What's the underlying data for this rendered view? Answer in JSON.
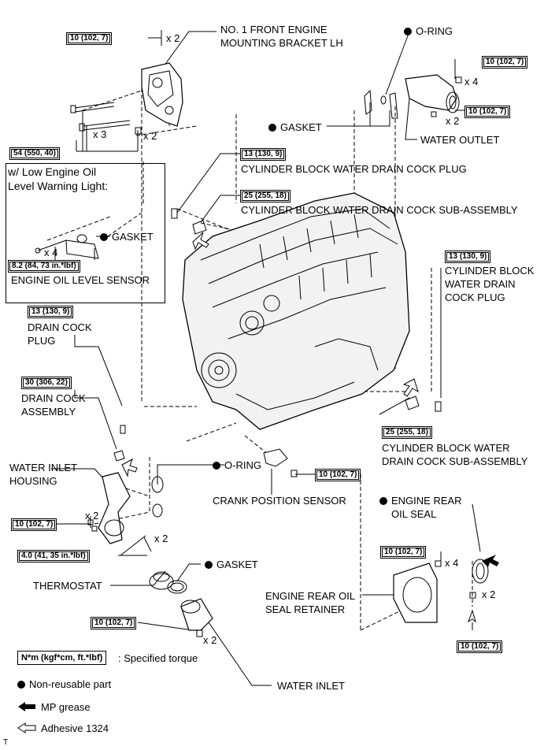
{
  "labels": {
    "front_bracket_l1": "NO. 1 FRONT ENGINE",
    "front_bracket_l2": "MOUNTING BRACKET LH",
    "oring_top": "O-RING",
    "gasket_top": "GASKET",
    "water_outlet": "WATER OUTLET",
    "inset_title_l1": "w/ Low Engine Oil",
    "inset_title_l2": "Level Warning Light:",
    "inset_gasket": "GASKET",
    "oil_level_sensor": "ENGINE OIL LEVEL SENSOR",
    "cyl_plug_top": "CYLINDER BLOCK WATER DRAIN COCK PLUG",
    "cyl_sub_top": "CYLINDER BLOCK WATER DRAIN COCK SUB-ASSEMBLY",
    "cyl_plug_right_l1": "CYLINDER BLOCK",
    "cyl_plug_right_l2": "WATER DRAIN",
    "cyl_plug_right_l3": "COCK PLUG",
    "drain_cock_plug_l1": "DRAIN COCK",
    "drain_cock_plug_l2": "PLUG",
    "drain_cock_asm_l1": "DRAIN COCK",
    "drain_cock_asm_l2": "ASSEMBLY",
    "water_inlet_housing_l1": "WATER INLET",
    "water_inlet_housing_l2": "HOUSING",
    "oring_mid": "O-RING",
    "crank_sensor": "CRANK POSITION SENSOR",
    "cyl_sub_right_l1": "CYLINDER BLOCK WATER",
    "cyl_sub_right_l2": "DRAIN COCK SUB-ASSEMBLY",
    "rear_oil_seal_l1": "ENGINE REAR",
    "rear_oil_seal_l2": "OIL SEAL",
    "gasket_thermo": "GASKET",
    "thermostat": "THERMOSTAT",
    "rear_retainer_l1": "ENGINE REAR OIL",
    "rear_retainer_l2": "SEAL RETAINER",
    "water_inlet": "WATER INLET"
  },
  "torques": {
    "t_bracket_top": "10 (102, 7)",
    "t_bracket_bolts": "54 (550, 40)",
    "t_outlet_top": "10 (102, 7)",
    "t_outlet_bot": "10 (102, 7)",
    "t_cyl_plug_top": "13 (130, 9)",
    "t_cyl_sub_top": "25 (255, 18)",
    "t_inset_sensor": "8.2 (84, 73 in.*lbf)",
    "t_drain_plug": "13 (130, 9)",
    "t_cyl_plug_right": "13 (130, 9)",
    "t_drain_asm": "30 (306, 22)",
    "t_crank": "10 (102, 7)",
    "t_cyl_sub_right": "25 (255, 18)",
    "t_inlet_housing": "10 (102, 7)",
    "t_stud": "4.0 (41, 35 in.*lbf)",
    "t_retainer": "10 (102, 7)",
    "t_water_inlet": "10 (102, 7)",
    "t_retainer_bot": "10 (102, 7)"
  },
  "counts": {
    "c_bracket_top": "x 2",
    "c_bolts_3": "x 3",
    "c_bolts_2": "x 2",
    "c_outlet_4": "x 4",
    "c_outlet_2": "x 2",
    "c_inset_4": "x 4",
    "c_inlet_housing": "x 2",
    "c_stud": "x 2",
    "c_retainer_4": "x 4",
    "c_retainer_2": "x 2",
    "c_water_inlet": "x 2"
  },
  "legend": {
    "torque_box": "N*m (kgf*cm, ft.*lbf)",
    "torque_text": ": Specified torque",
    "non_reusable": "Non-reusable part",
    "mp_grease": "MP grease",
    "adhesive": "Adhesive 1324",
    "corner_mark": "T"
  }
}
